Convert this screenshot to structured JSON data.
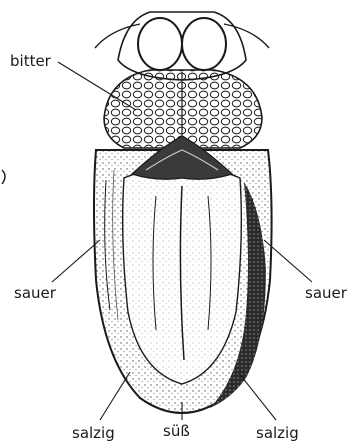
{
  "labels": {
    "bitter": "bitter",
    "sauer_left": "sauer",
    "sauer_right": "sauer",
    "salzig_left": "salzig",
    "suess": "süß",
    "salzig_right": "salzig"
  },
  "colors": {
    "ink": "#1a1a1a",
    "shade": "#3a3a3a",
    "paper": "#ffffff"
  }
}
